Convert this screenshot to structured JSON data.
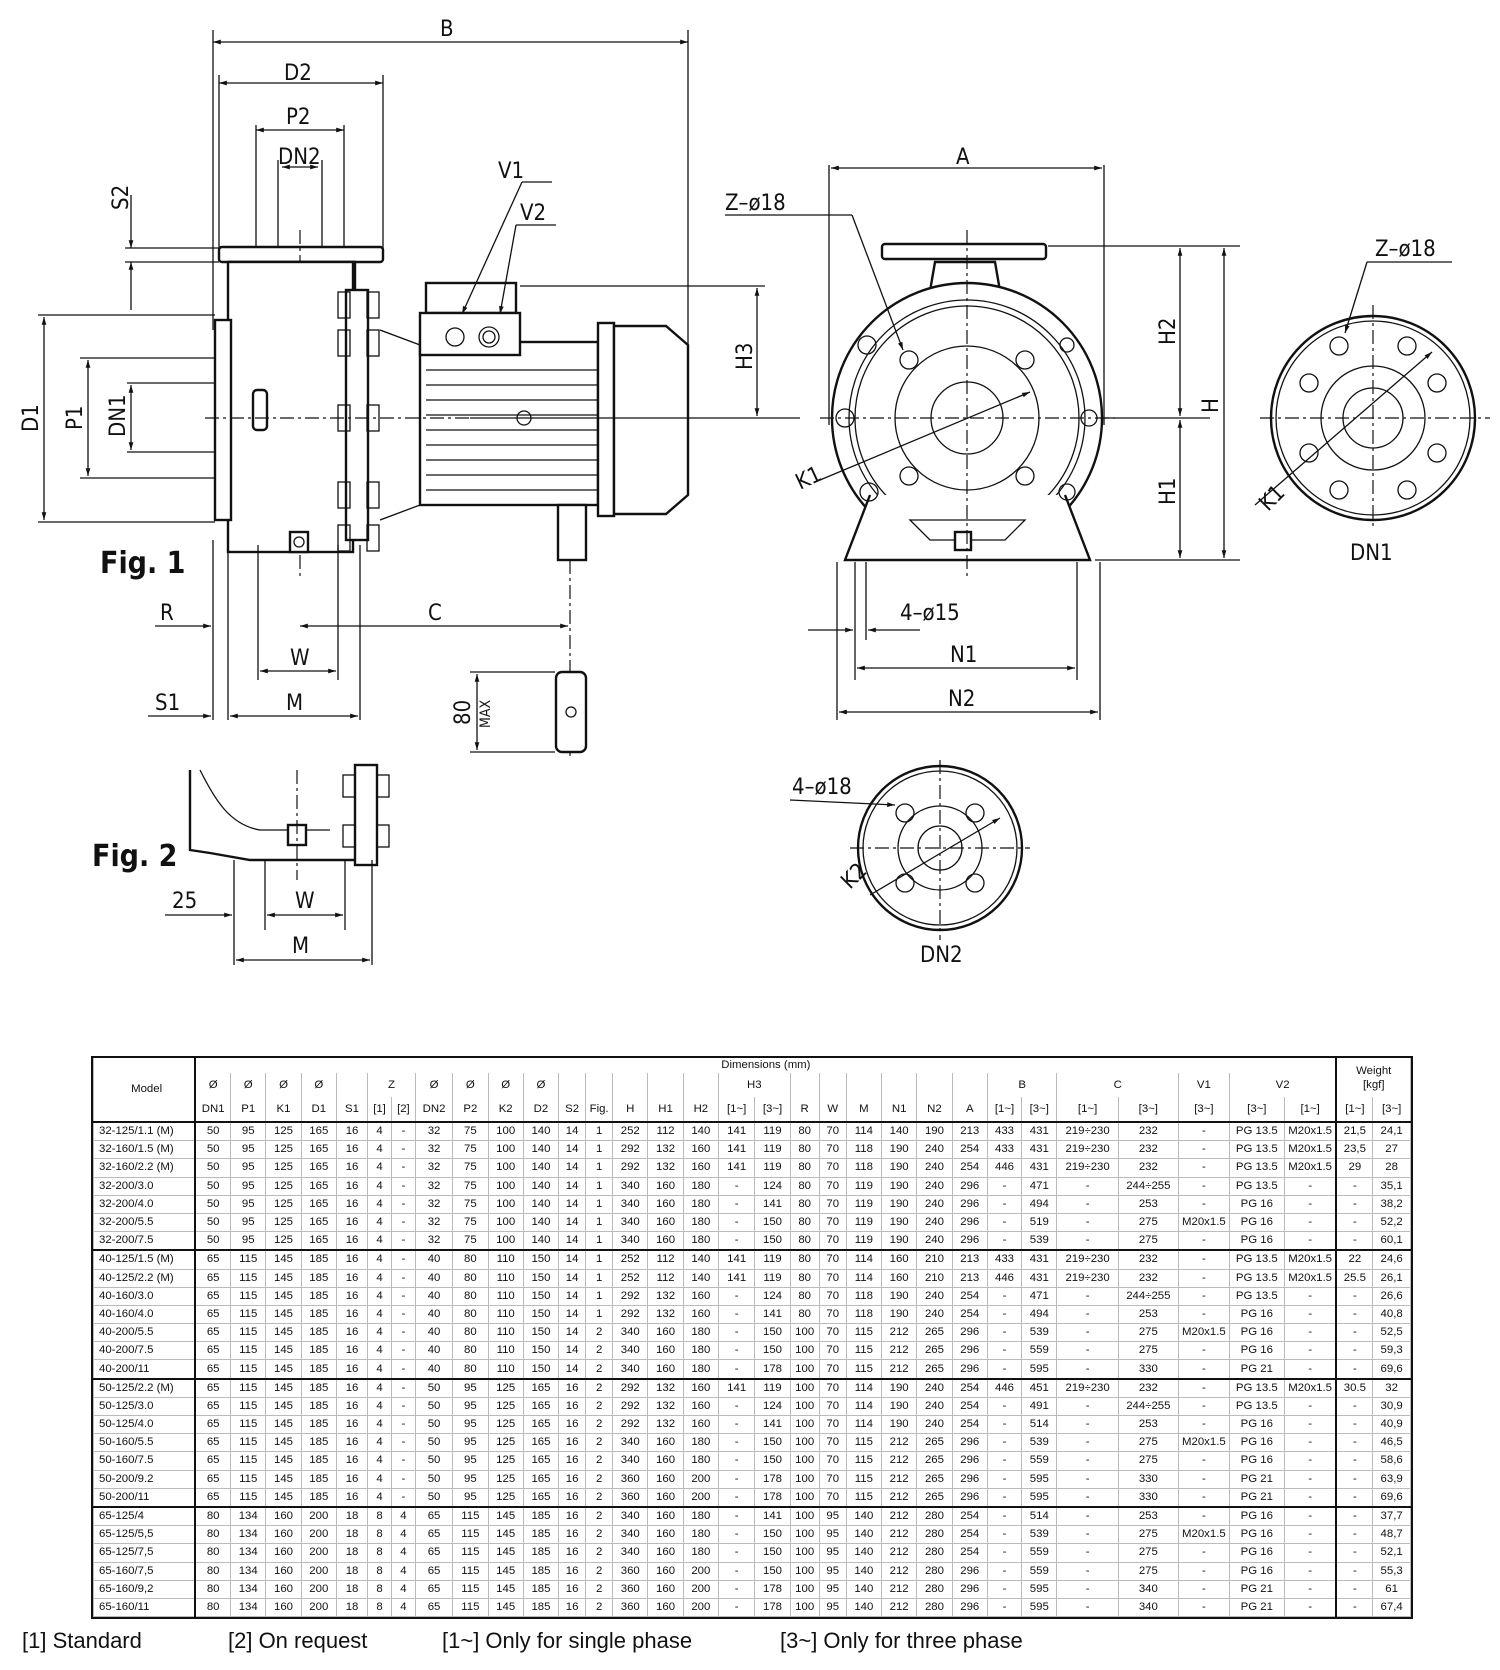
{
  "drawing": {
    "fig1_label": "Fig. 1",
    "fig2_label": "Fig. 2",
    "labels": {
      "B": "B",
      "D2": "D2",
      "P2": "P2",
      "DN2": "DN2",
      "S2": "S2",
      "V1": "V1",
      "V2": "V2",
      "H3": "H3",
      "D1": "D1",
      "P1": "P1",
      "DN1": "DN1",
      "R": "R",
      "C": "C",
      "W": "W",
      "S1": "S1",
      "M": "M",
      "max80": "80",
      "max_word": "MAX",
      "A": "A",
      "Z18": "Z–ø18",
      "K1": "K1",
      "H2": "H2",
      "H": "H",
      "H1": "H1",
      "holes15": "4–ø15",
      "N1": "N1",
      "N2": "N2",
      "flange_dn1_Z18": "Z–ø18",
      "flange_dn1_K1": "K1",
      "flange_dn1_title": "DN1",
      "holes18": "4–ø18",
      "K2": "K2",
      "flange_dn2_title": "DN2",
      "fig2_25": "25",
      "fig2_W": "W",
      "fig2_M": "M"
    }
  },
  "table": {
    "group_header": "Dimensions (mm)",
    "weight_header": "Weight",
    "weight_unit": "[kgf]",
    "model_header": "Model",
    "dia_symbol": "Ø",
    "top_headers": {
      "Z": "Z",
      "H3": "H3",
      "B": "B",
      "C": "C",
      "V1": "V1",
      "V2": "V2"
    },
    "columns": [
      "DN1",
      "P1",
      "K1",
      "D1",
      "S1",
      "[1]",
      "[2]",
      "DN2",
      "P2",
      "K2",
      "D2",
      "S2",
      "Fig.",
      "H",
      "H1",
      "H2",
      "[1~]",
      "[3~]",
      "R",
      "W",
      "M",
      "N1",
      "N2",
      "A",
      "[1~]",
      "[3~]",
      "[1~]",
      "[3~]",
      "[3~]",
      "[3~]",
      "[1~]",
      "[1~]",
      "[3~]"
    ],
    "rows": [
      [
        "32-125/1.1 (M)",
        "50",
        "95",
        "125",
        "165",
        "16",
        "4",
        "-",
        "32",
        "75",
        "100",
        "140",
        "14",
        "1",
        "252",
        "112",
        "140",
        "141",
        "119",
        "80",
        "70",
        "114",
        "140",
        "190",
        "213",
        "433",
        "431",
        "219÷230",
        "232",
        "-",
        "PG 13.5",
        "M20x1.5",
        "21,5",
        "24,1"
      ],
      [
        "32-160/1.5 (M)",
        "50",
        "95",
        "125",
        "165",
        "16",
        "4",
        "-",
        "32",
        "75",
        "100",
        "140",
        "14",
        "1",
        "292",
        "132",
        "160",
        "141",
        "119",
        "80",
        "70",
        "118",
        "190",
        "240",
        "254",
        "433",
        "431",
        "219÷230",
        "232",
        "-",
        "PG 13.5",
        "M20x1.5",
        "23,5",
        "27"
      ],
      [
        "32-160/2.2 (M)",
        "50",
        "95",
        "125",
        "165",
        "16",
        "4",
        "-",
        "32",
        "75",
        "100",
        "140",
        "14",
        "1",
        "292",
        "132",
        "160",
        "141",
        "119",
        "80",
        "70",
        "118",
        "190",
        "240",
        "254",
        "446",
        "431",
        "219÷230",
        "232",
        "-",
        "PG 13.5",
        "M20x1.5",
        "29",
        "28"
      ],
      [
        "32-200/3.0",
        "50",
        "95",
        "125",
        "165",
        "16",
        "4",
        "-",
        "32",
        "75",
        "100",
        "140",
        "14",
        "1",
        "340",
        "160",
        "180",
        "-",
        "124",
        "80",
        "70",
        "119",
        "190",
        "240",
        "296",
        "-",
        "471",
        "-",
        "244÷255",
        "-",
        "PG 13.5",
        "-",
        "-",
        "35,1"
      ],
      [
        "32-200/4.0",
        "50",
        "95",
        "125",
        "165",
        "16",
        "4",
        "-",
        "32",
        "75",
        "100",
        "140",
        "14",
        "1",
        "340",
        "160",
        "180",
        "-",
        "141",
        "80",
        "70",
        "119",
        "190",
        "240",
        "296",
        "-",
        "494",
        "-",
        "253",
        "-",
        "PG 16",
        "-",
        "-",
        "38,2"
      ],
      [
        "32-200/5.5",
        "50",
        "95",
        "125",
        "165",
        "16",
        "4",
        "-",
        "32",
        "75",
        "100",
        "140",
        "14",
        "1",
        "340",
        "160",
        "180",
        "-",
        "150",
        "80",
        "70",
        "119",
        "190",
        "240",
        "296",
        "-",
        "519",
        "-",
        "275",
        "M20x1.5",
        "PG 16",
        "-",
        "-",
        "52,2"
      ],
      [
        "32-200/7.5",
        "50",
        "95",
        "125",
        "165",
        "16",
        "4",
        "-",
        "32",
        "75",
        "100",
        "140",
        "14",
        "1",
        "340",
        "160",
        "180",
        "-",
        "150",
        "80",
        "70",
        "119",
        "190",
        "240",
        "296",
        "-",
        "539",
        "-",
        "275",
        "-",
        "PG 16",
        "-",
        "-",
        "60,1"
      ],
      [
        "40-125/1.5 (M)",
        "65",
        "115",
        "145",
        "185",
        "16",
        "4",
        "-",
        "40",
        "80",
        "110",
        "150",
        "14",
        "1",
        "252",
        "112",
        "140",
        "141",
        "119",
        "80",
        "70",
        "114",
        "160",
        "210",
        "213",
        "433",
        "431",
        "219÷230",
        "232",
        "-",
        "PG 13.5",
        "M20x1.5",
        "22",
        "24,6"
      ],
      [
        "40-125/2.2 (M)",
        "65",
        "115",
        "145",
        "185",
        "16",
        "4",
        "-",
        "40",
        "80",
        "110",
        "150",
        "14",
        "1",
        "252",
        "112",
        "140",
        "141",
        "119",
        "80",
        "70",
        "114",
        "160",
        "210",
        "213",
        "446",
        "431",
        "219÷230",
        "232",
        "-",
        "PG 13.5",
        "M20x1.5",
        "25.5",
        "26,1"
      ],
      [
        "40-160/3.0",
        "65",
        "115",
        "145",
        "185",
        "16",
        "4",
        "-",
        "40",
        "80",
        "110",
        "150",
        "14",
        "1",
        "292",
        "132",
        "160",
        "-",
        "124",
        "80",
        "70",
        "118",
        "190",
        "240",
        "254",
        "-",
        "471",
        "-",
        "244÷255",
        "-",
        "PG 13.5",
        "-",
        "-",
        "26,6"
      ],
      [
        "40-160/4.0",
        "65",
        "115",
        "145",
        "185",
        "16",
        "4",
        "-",
        "40",
        "80",
        "110",
        "150",
        "14",
        "1",
        "292",
        "132",
        "160",
        "-",
        "141",
        "80",
        "70",
        "118",
        "190",
        "240",
        "254",
        "-",
        "494",
        "-",
        "253",
        "-",
        "PG 16",
        "-",
        "-",
        "40,8"
      ],
      [
        "40-200/5.5",
        "65",
        "115",
        "145",
        "185",
        "16",
        "4",
        "-",
        "40",
        "80",
        "110",
        "150",
        "14",
        "2",
        "340",
        "160",
        "180",
        "-",
        "150",
        "100",
        "70",
        "115",
        "212",
        "265",
        "296",
        "-",
        "539",
        "-",
        "275",
        "M20x1.5",
        "PG 16",
        "-",
        "-",
        "52,5"
      ],
      [
        "40-200/7.5",
        "65",
        "115",
        "145",
        "185",
        "16",
        "4",
        "-",
        "40",
        "80",
        "110",
        "150",
        "14",
        "2",
        "340",
        "160",
        "180",
        "-",
        "150",
        "100",
        "70",
        "115",
        "212",
        "265",
        "296",
        "-",
        "559",
        "-",
        "275",
        "-",
        "PG 16",
        "-",
        "-",
        "59,3"
      ],
      [
        "40-200/11",
        "65",
        "115",
        "145",
        "185",
        "16",
        "4",
        "-",
        "40",
        "80",
        "110",
        "150",
        "14",
        "2",
        "340",
        "160",
        "180",
        "-",
        "178",
        "100",
        "70",
        "115",
        "212",
        "265",
        "296",
        "-",
        "595",
        "-",
        "330",
        "-",
        "PG 21",
        "-",
        "-",
        "69,6"
      ],
      [
        "50-125/2.2 (M)",
        "65",
        "115",
        "145",
        "185",
        "16",
        "4",
        "-",
        "50",
        "95",
        "125",
        "165",
        "16",
        "2",
        "292",
        "132",
        "160",
        "141",
        "119",
        "100",
        "70",
        "114",
        "190",
        "240",
        "254",
        "446",
        "451",
        "219÷230",
        "232",
        "-",
        "PG 13.5",
        "M20x1.5",
        "30.5",
        "32"
      ],
      [
        "50-125/3.0",
        "65",
        "115",
        "145",
        "185",
        "16",
        "4",
        "-",
        "50",
        "95",
        "125",
        "165",
        "16",
        "2",
        "292",
        "132",
        "160",
        "-",
        "124",
        "100",
        "70",
        "114",
        "190",
        "240",
        "254",
        "-",
        "491",
        "-",
        "244÷255",
        "-",
        "PG 13.5",
        "-",
        "-",
        "30,9"
      ],
      [
        "50-125/4.0",
        "65",
        "115",
        "145",
        "185",
        "16",
        "4",
        "-",
        "50",
        "95",
        "125",
        "165",
        "16",
        "2",
        "292",
        "132",
        "160",
        "-",
        "141",
        "100",
        "70",
        "114",
        "190",
        "240",
        "254",
        "-",
        "514",
        "-",
        "253",
        "-",
        "PG 16",
        "-",
        "-",
        "40,9"
      ],
      [
        "50-160/5.5",
        "65",
        "115",
        "145",
        "185",
        "16",
        "4",
        "-",
        "50",
        "95",
        "125",
        "165",
        "16",
        "2",
        "340",
        "160",
        "180",
        "-",
        "150",
        "100",
        "70",
        "115",
        "212",
        "265",
        "296",
        "-",
        "539",
        "-",
        "275",
        "M20x1.5",
        "PG 16",
        "-",
        "-",
        "46,5"
      ],
      [
        "50-160/7.5",
        "65",
        "115",
        "145",
        "185",
        "16",
        "4",
        "-",
        "50",
        "95",
        "125",
        "165",
        "16",
        "2",
        "340",
        "160",
        "180",
        "-",
        "150",
        "100",
        "70",
        "115",
        "212",
        "265",
        "296",
        "-",
        "559",
        "-",
        "275",
        "-",
        "PG 16",
        "-",
        "-",
        "58,6"
      ],
      [
        "50-200/9.2",
        "65",
        "115",
        "145",
        "185",
        "16",
        "4",
        "-",
        "50",
        "95",
        "125",
        "165",
        "16",
        "2",
        "360",
        "160",
        "200",
        "-",
        "178",
        "100",
        "70",
        "115",
        "212",
        "265",
        "296",
        "-",
        "595",
        "-",
        "330",
        "-",
        "PG 21",
        "-",
        "-",
        "63,9"
      ],
      [
        "50-200/11",
        "65",
        "115",
        "145",
        "185",
        "16",
        "4",
        "-",
        "50",
        "95",
        "125",
        "165",
        "16",
        "2",
        "360",
        "160",
        "200",
        "-",
        "178",
        "100",
        "70",
        "115",
        "212",
        "265",
        "296",
        "-",
        "595",
        "-",
        "330",
        "-",
        "PG 21",
        "-",
        "-",
        "69,6"
      ],
      [
        "65-125/4",
        "80",
        "134",
        "160",
        "200",
        "18",
        "8",
        "4",
        "65",
        "115",
        "145",
        "185",
        "16",
        "2",
        "340",
        "160",
        "180",
        "-",
        "141",
        "100",
        "95",
        "140",
        "212",
        "280",
        "254",
        "-",
        "514",
        "-",
        "253",
        "-",
        "PG 16",
        "-",
        "-",
        "37,7"
      ],
      [
        "65-125/5,5",
        "80",
        "134",
        "160",
        "200",
        "18",
        "8",
        "4",
        "65",
        "115",
        "145",
        "185",
        "16",
        "2",
        "340",
        "160",
        "180",
        "-",
        "150",
        "100",
        "95",
        "140",
        "212",
        "280",
        "254",
        "-",
        "539",
        "-",
        "275",
        "M20x1.5",
        "PG 16",
        "-",
        "-",
        "48,7"
      ],
      [
        "65-125/7,5",
        "80",
        "134",
        "160",
        "200",
        "18",
        "8",
        "4",
        "65",
        "115",
        "145",
        "185",
        "16",
        "2",
        "340",
        "160",
        "180",
        "-",
        "150",
        "100",
        "95",
        "140",
        "212",
        "280",
        "254",
        "-",
        "559",
        "-",
        "275",
        "-",
        "PG 16",
        "-",
        "-",
        "52,1"
      ],
      [
        "65-160/7,5",
        "80",
        "134",
        "160",
        "200",
        "18",
        "8",
        "4",
        "65",
        "115",
        "145",
        "185",
        "16",
        "2",
        "360",
        "160",
        "200",
        "-",
        "150",
        "100",
        "95",
        "140",
        "212",
        "280",
        "296",
        "-",
        "559",
        "-",
        "275",
        "-",
        "PG 16",
        "-",
        "-",
        "55,3"
      ],
      [
        "65-160/9,2",
        "80",
        "134",
        "160",
        "200",
        "18",
        "8",
        "4",
        "65",
        "115",
        "145",
        "185",
        "16",
        "2",
        "360",
        "160",
        "200",
        "-",
        "178",
        "100",
        "95",
        "140",
        "212",
        "280",
        "296",
        "-",
        "595",
        "-",
        "340",
        "-",
        "PG 21",
        "-",
        "-",
        "61"
      ],
      [
        "65-160/11",
        "80",
        "134",
        "160",
        "200",
        "18",
        "8",
        "4",
        "65",
        "115",
        "145",
        "185",
        "16",
        "2",
        "360",
        "160",
        "200",
        "-",
        "178",
        "100",
        "95",
        "140",
        "212",
        "280",
        "296",
        "-",
        "595",
        "-",
        "340",
        "-",
        "PG 21",
        "-",
        "-",
        "67,4"
      ]
    ],
    "group_starts": [
      7,
      14,
      21
    ]
  },
  "legend": [
    "[1] Standard",
    "[2] On request",
    "[1~] Only for single phase",
    "[3~] Only for three phase"
  ]
}
